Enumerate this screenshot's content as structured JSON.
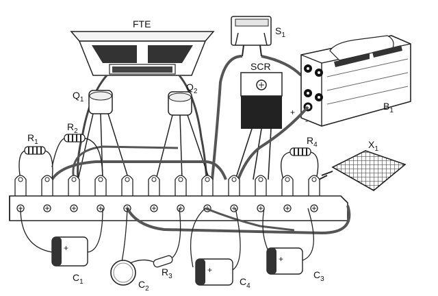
{
  "labels": {
    "speaker": "FTE",
    "switch": {
      "main": "S",
      "sub": "1"
    },
    "scr": "SCR",
    "battery": {
      "main": "B",
      "sub": "1"
    },
    "q1": {
      "main": "Q",
      "sub": "1"
    },
    "q2": {
      "main": "Q",
      "sub": "2"
    },
    "r1": {
      "main": "R",
      "sub": "1"
    },
    "r2": {
      "main": "R",
      "sub": "2"
    },
    "r3": {
      "main": "R",
      "sub": "3"
    },
    "r4": {
      "main": "R",
      "sub": "4"
    },
    "x1": {
      "main": "X",
      "sub": "1"
    },
    "c1": {
      "main": "C",
      "sub": "1"
    },
    "c2": {
      "main": "C",
      "sub": "2"
    },
    "c3": {
      "main": "C",
      "sub": "3"
    },
    "c4": {
      "main": "C",
      "sub": "4"
    },
    "bat_plus": "+",
    "bat_minus": "-",
    "cap_plus": "+"
  }
}
